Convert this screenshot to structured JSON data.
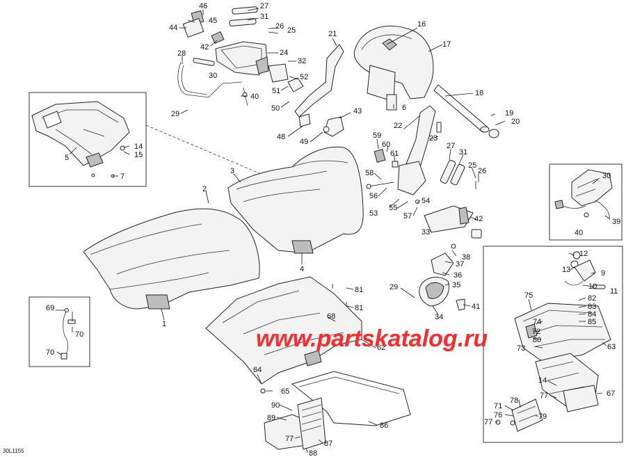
{
  "document_code": "30L1155",
  "watermark": "www.partskatalog.ru",
  "callouts": [
    {
      "id": "c46",
      "label": "46"
    },
    {
      "id": "c45",
      "label": "45"
    },
    {
      "id": "c44",
      "label": "44"
    },
    {
      "id": "c42a",
      "label": "42"
    },
    {
      "id": "c27a",
      "label": "27"
    },
    {
      "id": "c31a",
      "label": "31"
    },
    {
      "id": "c26a",
      "label": "26"
    },
    {
      "id": "c25a",
      "label": "25"
    },
    {
      "id": "c24",
      "label": "24"
    },
    {
      "id": "c28",
      "label": "28"
    },
    {
      "id": "c30a",
      "label": "30"
    },
    {
      "id": "c32",
      "label": "32"
    },
    {
      "id": "c52",
      "label": "52"
    },
    {
      "id": "c51",
      "label": "51"
    },
    {
      "id": "c50",
      "label": "50"
    },
    {
      "id": "c40a",
      "label": "40"
    },
    {
      "id": "c29a",
      "label": "29"
    },
    {
      "id": "c21",
      "label": "21"
    },
    {
      "id": "c16",
      "label": "16"
    },
    {
      "id": "c17",
      "label": "17"
    },
    {
      "id": "c18",
      "label": "18"
    },
    {
      "id": "c6",
      "label": "6"
    },
    {
      "id": "c19",
      "label": "19"
    },
    {
      "id": "c20",
      "label": "20"
    },
    {
      "id": "c43",
      "label": "43"
    },
    {
      "id": "c48",
      "label": "48"
    },
    {
      "id": "c49",
      "label": "49"
    },
    {
      "id": "c22",
      "label": "22"
    },
    {
      "id": "c23",
      "label": "23"
    },
    {
      "id": "c59",
      "label": "59"
    },
    {
      "id": "c60",
      "label": "60"
    },
    {
      "id": "c61",
      "label": "61"
    },
    {
      "id": "c58",
      "label": "58"
    },
    {
      "id": "c56",
      "label": "56"
    },
    {
      "id": "c55",
      "label": "55"
    },
    {
      "id": "c53",
      "label": "53"
    },
    {
      "id": "c54",
      "label": "54"
    },
    {
      "id": "c57",
      "label": "57"
    },
    {
      "id": "c27b",
      "label": "27"
    },
    {
      "id": "c31b",
      "label": "31"
    },
    {
      "id": "c25b",
      "label": "25"
    },
    {
      "id": "c26b",
      "label": "26"
    },
    {
      "id": "c33",
      "label": "33"
    },
    {
      "id": "c42b",
      "label": "42"
    },
    {
      "id": "c5",
      "label": "5"
    },
    {
      "id": "c14a",
      "label": "14"
    },
    {
      "id": "c15",
      "label": "15"
    },
    {
      "id": "c7",
      "label": "7"
    },
    {
      "id": "c3",
      "label": "3"
    },
    {
      "id": "c2",
      "label": "2"
    },
    {
      "id": "c4",
      "label": "4"
    },
    {
      "id": "c1",
      "label": "1"
    },
    {
      "id": "c30b",
      "label": "30"
    },
    {
      "id": "c39",
      "label": "39"
    },
    {
      "id": "c40b",
      "label": "40"
    },
    {
      "id": "c38",
      "label": "38"
    },
    {
      "id": "c37",
      "label": "37"
    },
    {
      "id": "c36",
      "label": "36"
    },
    {
      "id": "c35",
      "label": "35"
    },
    {
      "id": "c29b",
      "label": "29"
    },
    {
      "id": "c41",
      "label": "41"
    },
    {
      "id": "c34",
      "label": "34"
    },
    {
      "id": "c12",
      "label": "12"
    },
    {
      "id": "c13",
      "label": "13"
    },
    {
      "id": "c9",
      "label": "9"
    },
    {
      "id": "c10",
      "label": "10"
    },
    {
      "id": "c11",
      "label": "11"
    },
    {
      "id": "c82",
      "label": "82"
    },
    {
      "id": "c83",
      "label": "83"
    },
    {
      "id": "c84",
      "label": "84"
    },
    {
      "id": "c85",
      "label": "85"
    },
    {
      "id": "c75",
      "label": "75"
    },
    {
      "id": "c74",
      "label": "74"
    },
    {
      "id": "c72",
      "label": "72"
    },
    {
      "id": "c80",
      "label": "80"
    },
    {
      "id": "c73",
      "label": "73"
    },
    {
      "id": "c63",
      "label": "63"
    },
    {
      "id": "c81a",
      "label": "81"
    },
    {
      "id": "c81b",
      "label": "81"
    },
    {
      "id": "c68",
      "label": "68"
    },
    {
      "id": "c62",
      "label": "62"
    },
    {
      "id": "c69",
      "label": "69"
    },
    {
      "id": "c70a",
      "label": "70"
    },
    {
      "id": "c70b",
      "label": "70"
    },
    {
      "id": "c64",
      "label": "64"
    },
    {
      "id": "c65",
      "label": "65"
    },
    {
      "id": "c86",
      "label": "86"
    },
    {
      "id": "c90",
      "label": "90"
    },
    {
      "id": "c89",
      "label": "89"
    },
    {
      "id": "c77a",
      "label": "77"
    },
    {
      "id": "c88",
      "label": "88"
    },
    {
      "id": "c87",
      "label": "87"
    },
    {
      "id": "c14b",
      "label": "14"
    },
    {
      "id": "c77b",
      "label": "77"
    },
    {
      "id": "c67",
      "label": "67"
    },
    {
      "id": "c78",
      "label": "78"
    },
    {
      "id": "c71",
      "label": "71"
    },
    {
      "id": "c76",
      "label": "76"
    },
    {
      "id": "c79",
      "label": "79"
    },
    {
      "id": "c77c",
      "label": "77"
    }
  ]
}
